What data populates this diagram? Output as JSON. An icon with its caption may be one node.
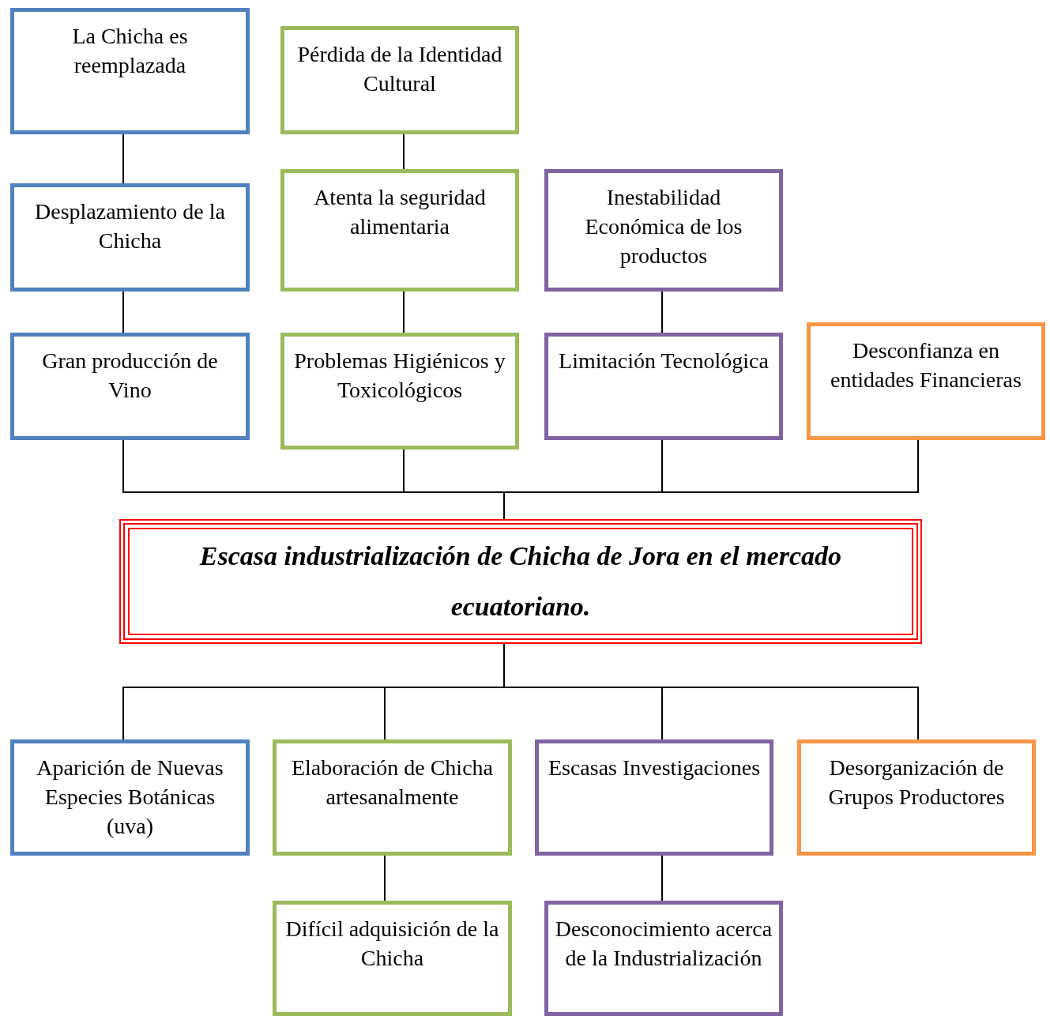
{
  "diagram": {
    "nodes": [
      {
        "text": [
          "La Chicha es reemplazada"
        ]
      },
      {
        "text": [
          "Desplazamiento de la Chicha"
        ]
      },
      {
        "text": [
          "Gran producción de Vino"
        ]
      },
      {
        "text": [
          "Pérdida de la Identidad Cultural"
        ]
      },
      {
        "text": [
          "Atenta la seguridad alimentaria"
        ]
      },
      {
        "text": [
          "Problemas Higiénicos y Toxicológicos"
        ]
      },
      {
        "text": [
          "Inestabilidad Económica de los productos"
        ]
      },
      {
        "text": [
          "Limitación Tecnológica"
        ]
      },
      {
        "text": [
          "Desconfianza en entidades Financieras"
        ]
      },
      {
        "text": [
          "Escasa industrialización de Chicha de Jora en el mercado ecuatoriano."
        ]
      },
      {
        "text": [
          "Aparición de Nuevas Especies Botánicas (uva)"
        ]
      },
      {
        "text": [
          "Elaboración de Chicha artesanalmente"
        ]
      },
      {
        "text": [
          "Escasas Investigaciones"
        ]
      },
      {
        "text": [
          "Desorganización de Grupos Productores"
        ]
      },
      {
        "text": [
          "Difícil adquisición de la Chicha"
        ]
      },
      {
        "text": [
          "Desconocimiento acerca de la Industrialización"
        ]
      }
    ],
    "edges": [
      {
        "from": 0,
        "to": 1,
        "arrow": "none"
      },
      {
        "from": 1,
        "to": 2,
        "arrow": "none"
      },
      {
        "from": 3,
        "to": 4,
        "arrow": "none"
      },
      {
        "from": 4,
        "to": 5,
        "arrow": "none"
      },
      {
        "from": 6,
        "to": 7,
        "arrow": "none"
      },
      {
        "from": 2,
        "to": 9,
        "arrow": "none"
      },
      {
        "from": 5,
        "to": 9,
        "arrow": "none"
      },
      {
        "from": 7,
        "to": 9,
        "arrow": "none"
      },
      {
        "from": 8,
        "to": 9,
        "arrow": "none"
      },
      {
        "from": 9,
        "to": 10,
        "arrow": "none"
      },
      {
        "from": 9,
        "to": 11,
        "arrow": "none"
      },
      {
        "from": 9,
        "to": 12,
        "arrow": "none"
      },
      {
        "from": 9,
        "to": 13,
        "arrow": "none"
      },
      {
        "from": 11,
        "to": 14,
        "arrow": "none"
      },
      {
        "from": 12,
        "to": 15,
        "arrow": "none"
      }
    ]
  }
}
